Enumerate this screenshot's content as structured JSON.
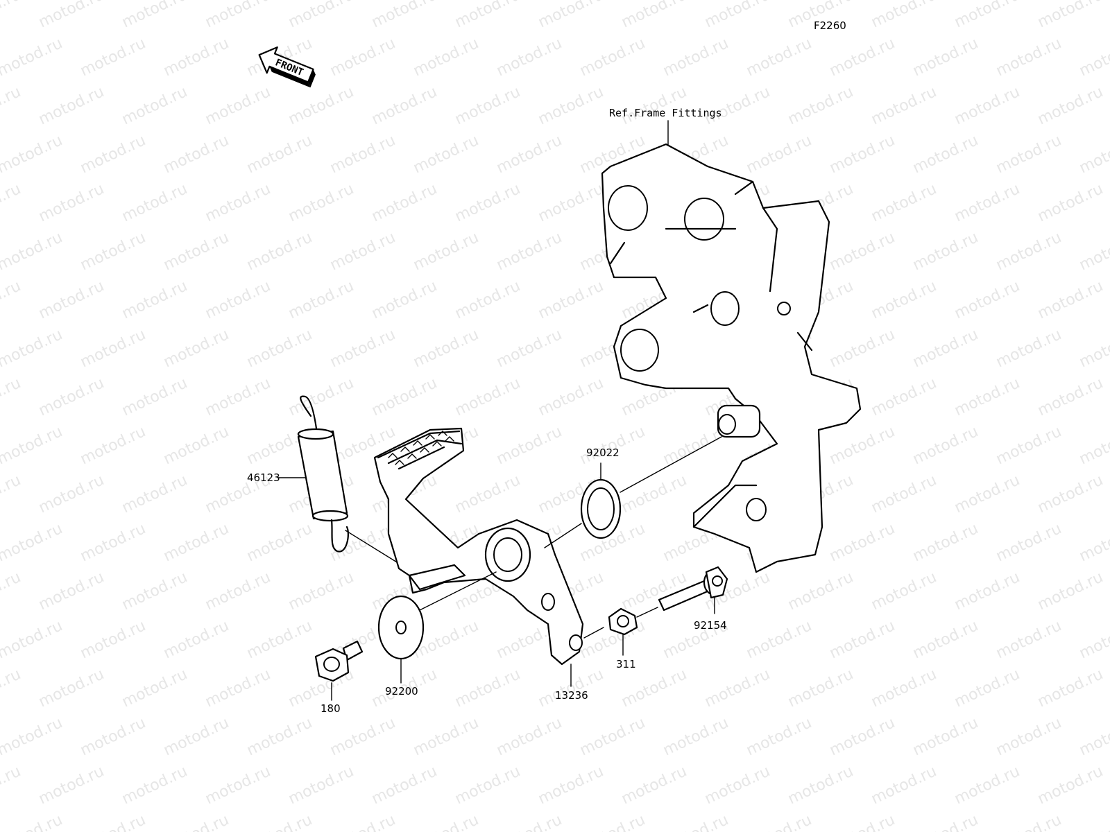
{
  "diagram_code": "F2260",
  "reference_label": "Ref.Frame Fittings",
  "front_label": "FRONT",
  "watermark": "motod.ru",
  "parts": [
    {
      "id": "46123",
      "name": "spring"
    },
    {
      "id": "92022",
      "name": "washer"
    },
    {
      "id": "92200",
      "name": "washer-large"
    },
    {
      "id": "180",
      "name": "bolt-flanged"
    },
    {
      "id": "13236",
      "name": "brake-pedal"
    },
    {
      "id": "311",
      "name": "nut"
    },
    {
      "id": "92154",
      "name": "bolt-socket"
    }
  ]
}
